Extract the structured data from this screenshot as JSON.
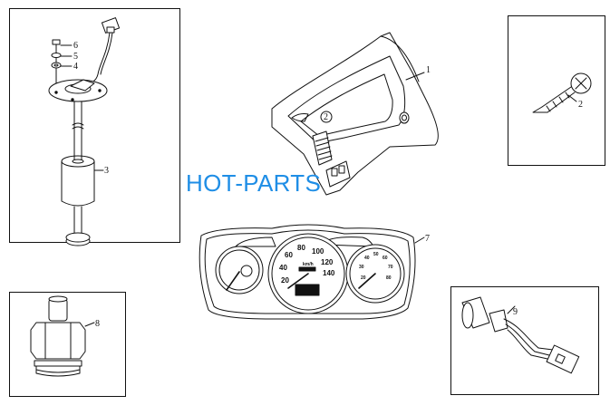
{
  "watermark": {
    "text": "HOT-PARTS",
    "color": "#1f8ee6"
  },
  "callouts": {
    "p1": "1",
    "p2_dash": "2",
    "p2_boxed": "2",
    "p3": "3",
    "p4": "4",
    "p5": "5",
    "p6": "6",
    "p7": "7",
    "p8": "8",
    "p9": "9"
  },
  "speedometer": {
    "ticks": [
      "20",
      "40",
      "60",
      "80",
      "100",
      "120",
      "140"
    ],
    "unit": "km/h"
  },
  "tachometer": {
    "ticks": [
      "20",
      "30",
      "40",
      "50",
      "60",
      "70",
      "80"
    ]
  },
  "colors": {
    "line": "#111111",
    "frame": "#111111",
    "background": "#ffffff"
  }
}
